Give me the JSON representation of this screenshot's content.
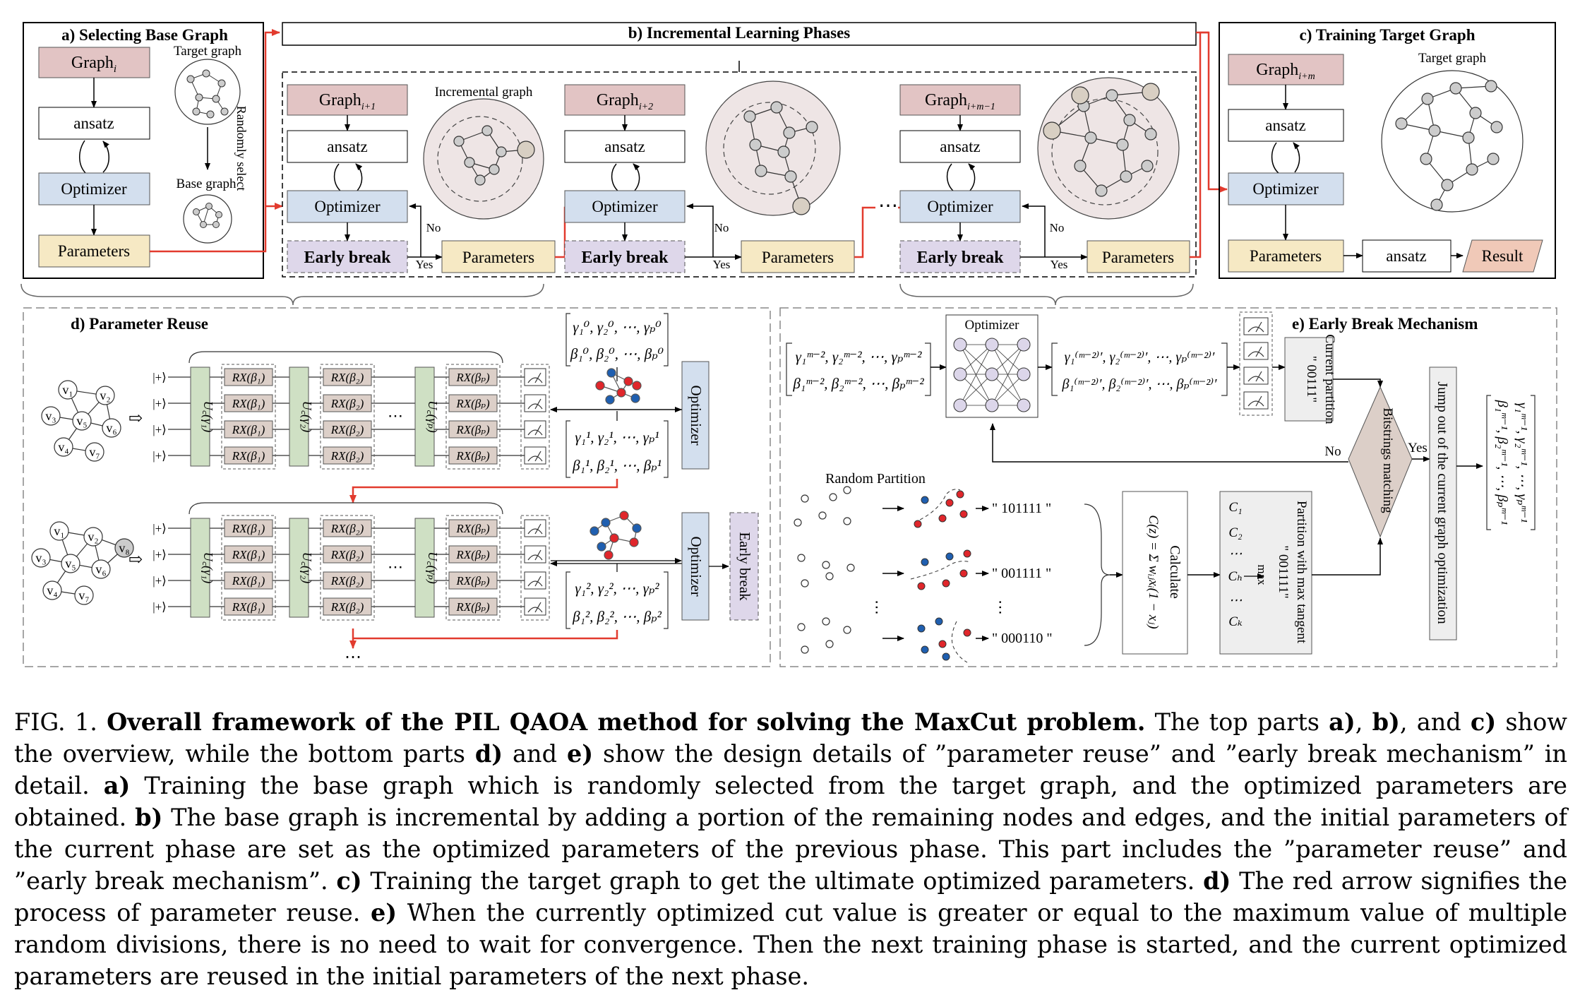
{
  "colors": {
    "graph_box": "#e2c4c4",
    "optimizer_box": "#d3dfee",
    "parameters_box": "#f6e9c4",
    "early_break_box": "#ded7ea",
    "result_box": "#f0c9b8",
    "gate_green": "#cfe0c4",
    "gate_rx": "#dccfc8",
    "graph_circle": "#eee5e5",
    "arrow_red": "#e23b2e",
    "node_red": "#e0262b",
    "node_blue": "#1f5fb0"
  },
  "panel_a": {
    "title": "a) Selecting Base Graph",
    "graph": "Graph",
    "graph_sub": "i",
    "ansatz": "ansatz",
    "optimizer": "Optimizer",
    "parameters": "Parameters",
    "target_graph": "Target graph",
    "randomly_select": "Randomly select",
    "base_graph": "Base graph"
  },
  "panel_b": {
    "title": "b) Incremental Learning Phases",
    "incremental_graph": "Incremental graph",
    "stages": [
      {
        "graph_sub": "i+1"
      },
      {
        "graph_sub": "i+2"
      },
      {
        "graph_sub": "i+m−1"
      }
    ],
    "graph": "Graph",
    "ansatz": "ansatz",
    "optimizer": "Optimizer",
    "early_break": "Early break",
    "parameters": "Parameters",
    "no": "No",
    "yes": "Yes"
  },
  "panel_c": {
    "title": "c) Training Target Graph",
    "graph": "Graph",
    "graph_sub": "i+m",
    "target_graph": "Target graph",
    "ansatz": "ansatz",
    "optimizer": "Optimizer",
    "parameters": "Parameters",
    "ansatz2": "ansatz",
    "result": "Result"
  },
  "panel_d": {
    "title": "d) Parameter Reuse",
    "optimizer": "Optimizer",
    "early_break": "Early break",
    "input_state": "|+⟩",
    "ellipsis": "⋯",
    "params0": [
      "γ₁⁰, γ₂⁰, ⋯, γₚ⁰",
      "β₁⁰, β₂⁰, ⋯, βₚ⁰"
    ],
    "params1": [
      "γ₁¹, γ₂¹, ⋯, γₚ¹",
      "β₁¹, β₂¹, ⋯, βₚ¹"
    ],
    "params2": [
      "γ₁², γ₂², ⋯, γₚ²",
      "β₁², β₂², ⋯, βₚ²"
    ],
    "uc": [
      "U꜀(γ₁)",
      "U꜀(γ₂)",
      "U꜀(γₚ)"
    ],
    "rx": [
      "RX(β₁)",
      "RX(β₂)",
      "RX(βₚ)"
    ],
    "graph1_nodes": [
      "v₁",
      "v₂",
      "v₃",
      "v₄",
      "v₅",
      "v₆",
      "v₇"
    ],
    "graph2_nodes": [
      "v₁",
      "v₂",
      "v₃",
      "v₄",
      "v₅",
      "v₆",
      "v₇",
      "v₈"
    ]
  },
  "panel_e": {
    "title": "e) Early Break Mechanism",
    "optimizer": "Optimizer",
    "params_in": [
      "γ₁ᵐ⁻², γ₂ᵐ⁻², ⋯, γₚᵐ⁻²",
      "β₁ᵐ⁻², β₂ᵐ⁻², ⋯, βₚᵐ⁻²"
    ],
    "params_out": [
      "γ₁⁽ᵐ⁻²⁾′, γ₂⁽ᵐ⁻²⁾′, ⋯, γₚ⁽ᵐ⁻²⁾′",
      "β₁⁽ᵐ⁻²⁾′, β₂⁽ᵐ⁻²⁾′, ⋯, βₚ⁽ᵐ⁻²⁾′"
    ],
    "current_partition": "Current partition",
    "current_partition_value": "\" 00111\"",
    "bitstrings": "Bitstrings matching",
    "no": "No",
    "yes": "Yes",
    "jump_out": "Jump out of the current graph optimization",
    "result_params": [
      "γ₁ᵐ⁻¹, γ₂ᵐ⁻¹, ⋯, γₚᵐ⁻¹",
      "β₁ᵐ⁻¹, β₂ᵐ⁻¹, ⋯, βₚᵐ⁻¹"
    ],
    "random_partition": "Random Partition",
    "partitions": [
      "\" 101111 \"",
      "\" 001111 \"",
      "\" 000110 \""
    ],
    "calculate": "Calculate",
    "formula": "C(z) = Σ wᵢⱼxᵢ(1 − xⱼ)",
    "c_list": [
      "C₁",
      "C₂",
      "⋯",
      "Cₕ",
      "⋯",
      "Cₖ"
    ],
    "max": "max",
    "partition_with": "Partition with max tangent",
    "partition_value": "\" 001111\""
  },
  "caption": {
    "fig": "FIG. 1.",
    "title": "Overall framework of the PIL QAOA method for solving the MaxCut problem.",
    "t1": " The top parts ",
    "a": "a)",
    "t2": ", ",
    "b": "b)",
    "t3": ", and ",
    "c": "c)",
    "t4": " show the overview, while the bottom parts ",
    "d": "d)",
    "t5": " and ",
    "e": "e)",
    "t6": " show the design details of ”parameter reuse” and ”early break mechanism” in detail. ",
    "a2": "a)",
    "t7": " Training the base graph which is randomly selected from the target graph, and the optimized parameters are obtained. ",
    "b2": "b)",
    "t8": " The base graph is incremental by adding a portion of the remaining nodes and edges, and the initial parameters of the current phase are set as the optimized parameters of the previous phase. This part includes the ”parameter reuse” and ”early break mechanism”. ",
    "c2": "c)",
    "t9": " Training the target graph to get the ultimate optimized parameters. ",
    "d2": "d)",
    "t10": " The red arrow signifies the process of parameter reuse. ",
    "e2": "e)",
    "t11": " When the currently optimized cut value is greater or equal to the maximum value of multiple random divisions, there is no need to wait for convergence. Then the next training phase is started, and the current optimized parameters are reused in the initial parameters of the next phase."
  }
}
